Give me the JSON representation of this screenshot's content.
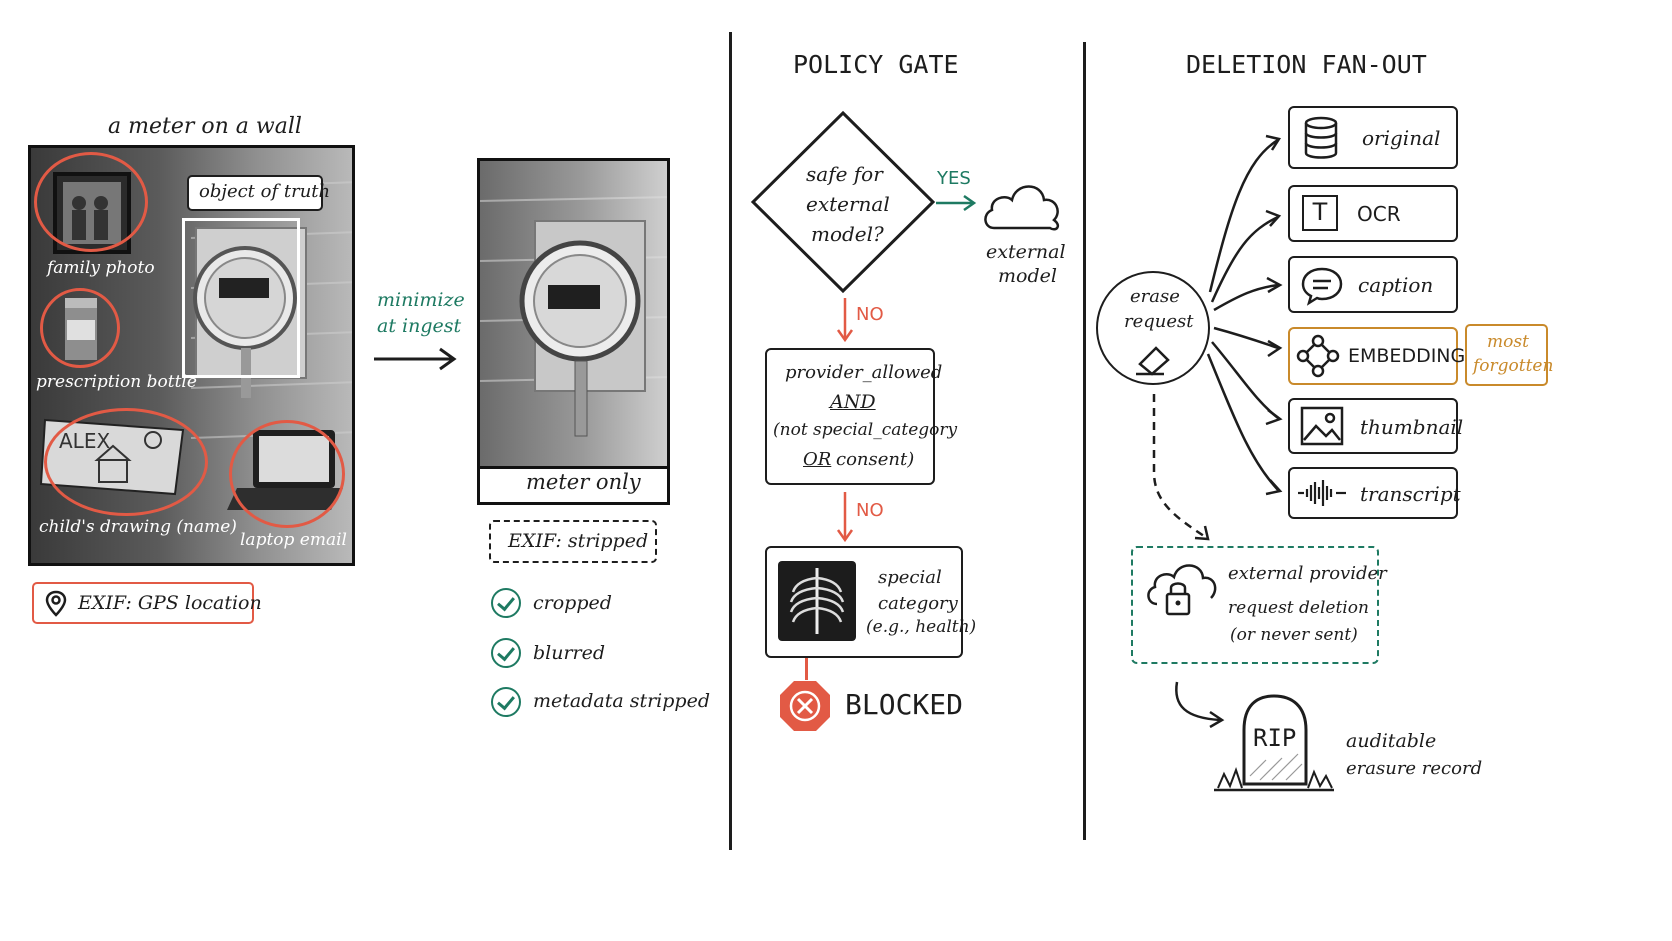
{
  "left": {
    "title": "a meter on a wall",
    "callout": "object of truth",
    "circles": [
      "family photo",
      "prescription bottle",
      "child's drawing (name)",
      "laptop email"
    ],
    "drawing_text": "ALEX",
    "exif": "EXIF: GPS location"
  },
  "arrow": {
    "label_line1": "minimize",
    "label_line2": "at ingest"
  },
  "middle": {
    "caption": "meter only",
    "exif": "EXIF: stripped",
    "checks": [
      "cropped",
      "blurred",
      "metadata stripped"
    ]
  },
  "policy": {
    "heading": "POLICY GATE",
    "decision_lines": [
      "safe for",
      "external",
      "model?"
    ],
    "yes": "YES",
    "external_lines": [
      "external",
      "model"
    ],
    "no1": "NO",
    "rule_line1": "provider_allowed",
    "rule_and": "AND",
    "rule_line3": "(not special_category",
    "rule_or": "OR",
    "rule_consent": "consent)",
    "no2": "NO",
    "special_lines": [
      "special",
      "category",
      "(e.g., health)"
    ],
    "blocked": "BLOCKED"
  },
  "deletion": {
    "heading": "DELETION FAN-OUT",
    "erase_lines": [
      "erase",
      "request"
    ],
    "targets": [
      "original",
      "OCR",
      "caption",
      "EMBEDDING",
      "thumbnail",
      "transcript"
    ],
    "ocr_glyph": "T",
    "note_lines": [
      "most",
      "forgotten"
    ],
    "provider_lines": [
      "external provider",
      "request deletion",
      "(or never sent)"
    ],
    "rip": "RIP",
    "record_lines": [
      "auditable",
      "erasure record"
    ]
  },
  "colors": {
    "red": "#e25a45",
    "green": "#1e7a62",
    "orange": "#c98a2b",
    "ink": "#1d1d1d"
  }
}
